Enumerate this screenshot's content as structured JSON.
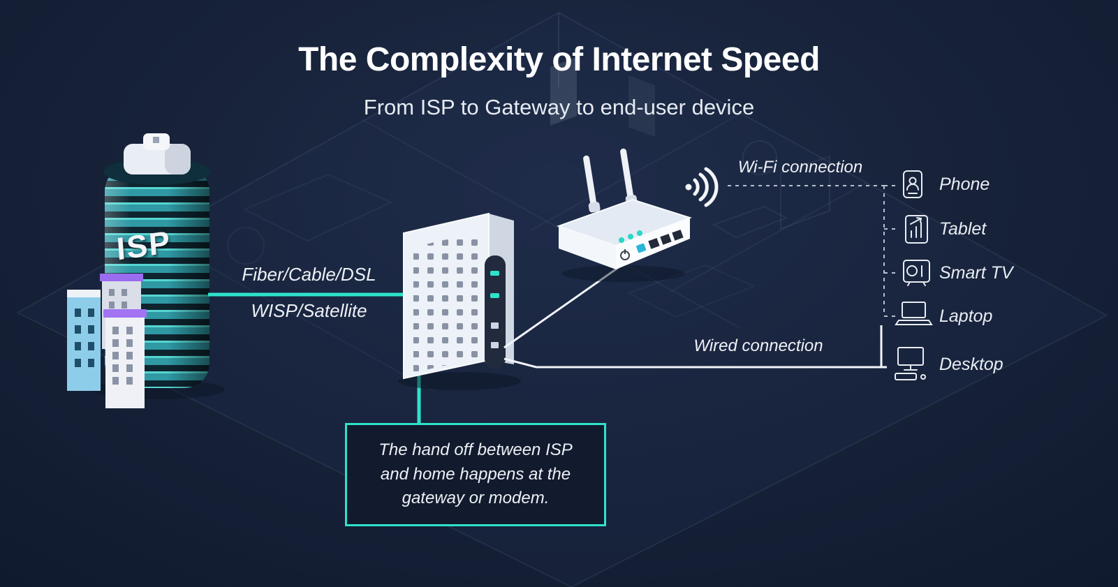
{
  "header": {
    "title": "The Complexity of Internet Speed",
    "subtitle": "From ISP to Gateway to end-user device"
  },
  "isp": {
    "label": "ISP"
  },
  "connection_labels": {
    "fiber": "Fiber/Cable/DSL",
    "wisp": "WISP/Satellite",
    "wifi": "Wi-Fi connection",
    "wired": "Wired connection"
  },
  "devices": [
    {
      "id": "phone",
      "icon": "phone-icon",
      "label": "Phone"
    },
    {
      "id": "tablet",
      "icon": "tablet-icon",
      "label": "Tablet"
    },
    {
      "id": "smart-tv",
      "icon": "smart-tv-icon",
      "label": "Smart TV"
    },
    {
      "id": "laptop",
      "icon": "laptop-icon",
      "label": "Laptop"
    },
    {
      "id": "desktop",
      "icon": "desktop-icon",
      "label": "Desktop"
    }
  ],
  "callout": {
    "text": "The hand off between ISP and home happens at the gateway or modem."
  },
  "icons": {
    "wifi_signal": "wifi-signal-icon",
    "isp_building": "isp-building",
    "gateway": "gateway-modem",
    "router": "wifi-router"
  },
  "colors": {
    "background": "#16213a",
    "accent_teal": "#2ee3cb",
    "tower_teal": "#2f99a4",
    "purple": "#9a6cf0",
    "blue": "#8ecdea",
    "line_white": "#f2f5f9"
  }
}
